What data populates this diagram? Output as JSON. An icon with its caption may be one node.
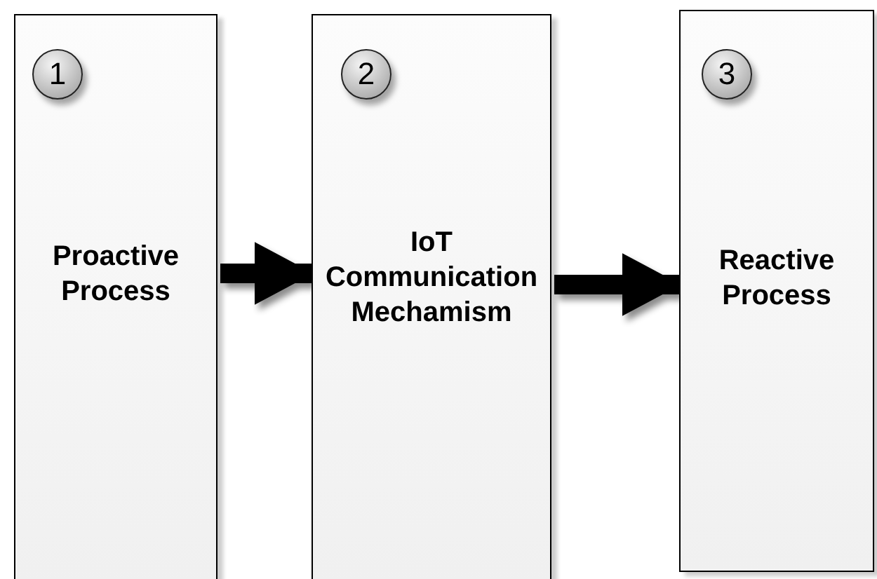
{
  "diagram": {
    "nodes": [
      {
        "text": [
          "Proactive Process"
        ]
      },
      {
        "text": [
          "1"
        ],
        "in": 0
      },
      {
        "text": [
          "IoT Communication Mechamism"
        ]
      },
      {
        "text": [
          "2"
        ],
        "in": 2
      },
      {
        "text": [
          "Reactive Process"
        ]
      },
      {
        "text": [
          "3"
        ],
        "in": 4
      }
    ],
    "edges": [
      {
        "from": 0,
        "to": 2,
        "arrow": "to"
      },
      {
        "from": 2,
        "to": 4,
        "arrow": "to"
      }
    ]
  }
}
